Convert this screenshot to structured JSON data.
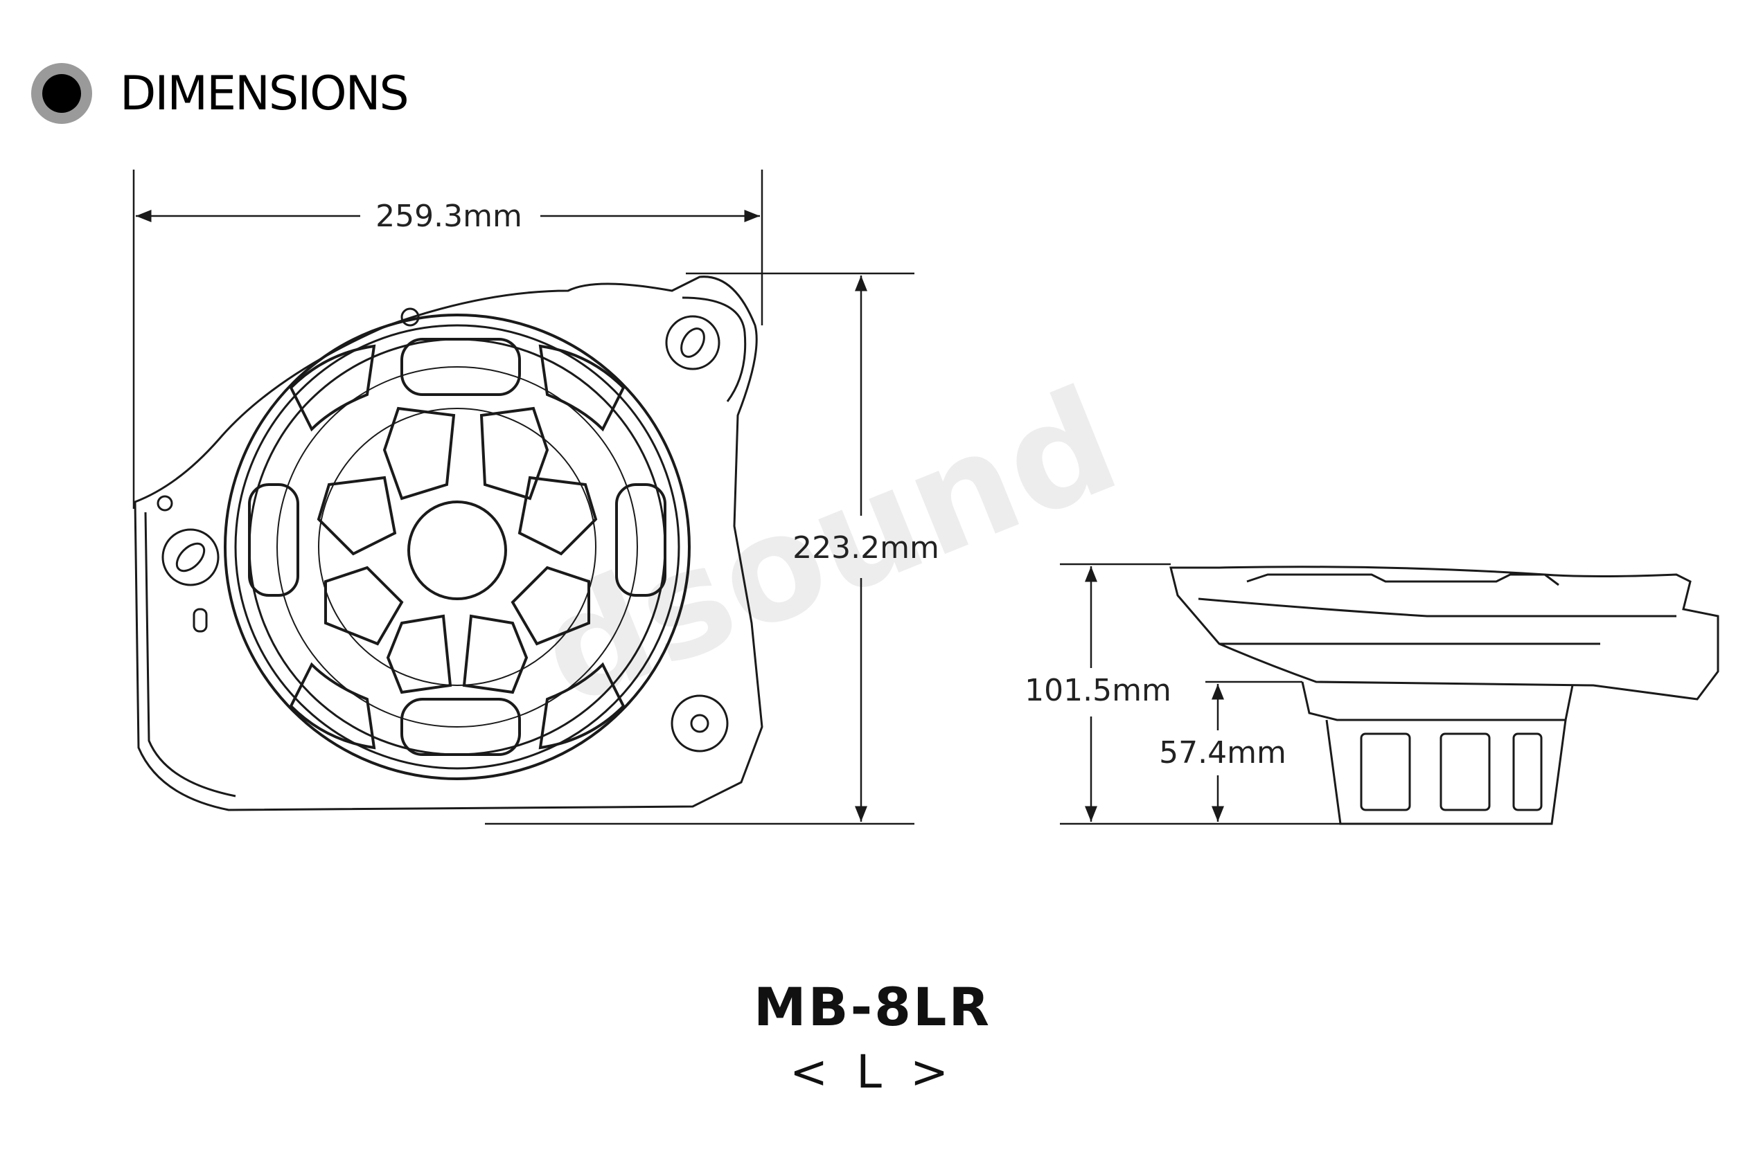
{
  "header": {
    "title": "DIMENSIONS",
    "bullet_icon": "filled-circle-icon"
  },
  "dimensions": {
    "width": "259.3mm",
    "height": "223.2mm",
    "depth": "101.5mm",
    "mount_depth": "57.4mm"
  },
  "model": {
    "name": "MB-8LR",
    "side": "< L >"
  },
  "watermark": "dsound",
  "colors": {
    "line": "#1a1a1a",
    "bullet_outer": "#9a9a9a",
    "bullet_inner": "#000000"
  }
}
